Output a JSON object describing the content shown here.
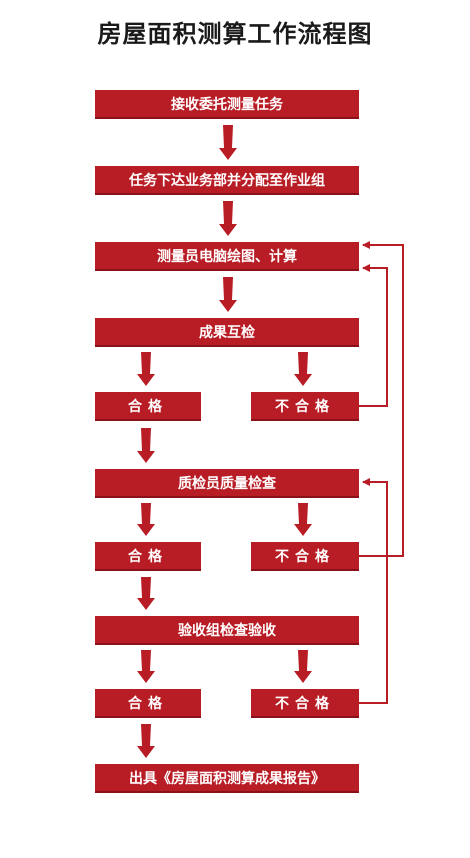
{
  "title": "房屋面积测算工作流程图",
  "steps": {
    "s1": "接收委托测量任务",
    "s2": "任务下达业务部并分配至作业组",
    "s3": "测量员电脑绘图、计算",
    "s4": "成果互检",
    "s5": "质检员质量检查",
    "s6": "验收组检查验收",
    "s7": "出具《房屋面积测算成果报告》"
  },
  "results": {
    "pass": "合格",
    "fail": "不合格"
  },
  "colors": {
    "box": "#b81c25",
    "text": "#ffffff",
    "title": "#1a1a1a"
  }
}
